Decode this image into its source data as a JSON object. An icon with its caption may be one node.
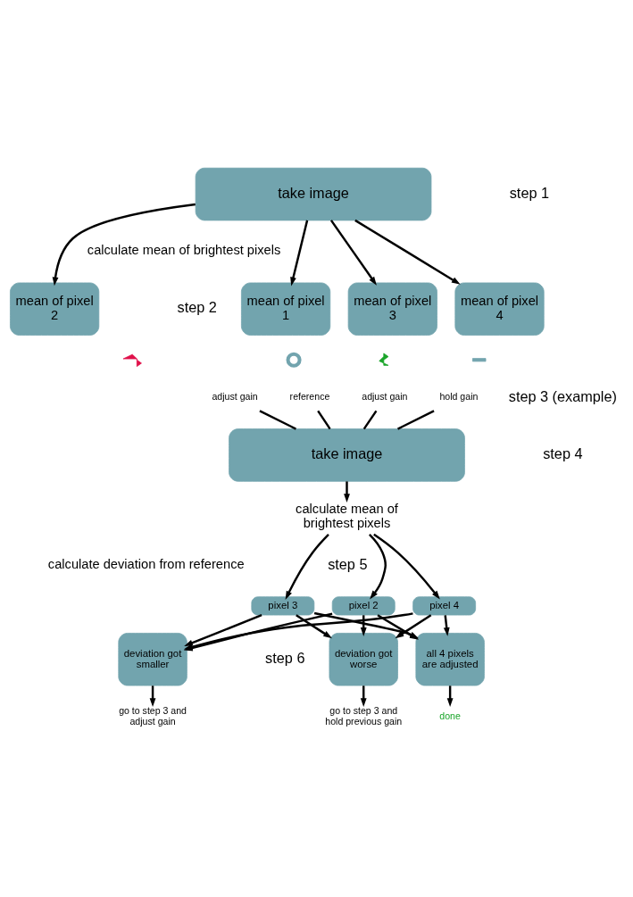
{
  "diagram": {
    "nodes": [
      {
        "text": [
          "take image"
        ]
      },
      {
        "text": [
          "mean of pixel 1"
        ]
      },
      {
        "text": [
          "mean of pixel 2"
        ]
      },
      {
        "text": [
          "mean of pixel 3"
        ]
      },
      {
        "text": [
          "mean of pixel 4"
        ]
      },
      {
        "text": [
          "reference"
        ]
      },
      {
        "text": [
          "adjust gain"
        ]
      },
      {
        "text": [
          "adjust gain"
        ]
      },
      {
        "text": [
          "hold gain"
        ]
      },
      {
        "text": [
          "take image"
        ]
      },
      {
        "text": [
          "calculate mean of brightest pixels"
        ]
      },
      {
        "text": [
          "pixel 2"
        ]
      },
      {
        "text": [
          "pixel 3"
        ]
      },
      {
        "text": [
          "pixel 4"
        ]
      },
      {
        "text": [
          "deviation got worse"
        ]
      },
      {
        "text": [
          "deviation got smaller"
        ]
      },
      {
        "text": [
          "all 4 pixels are adjusted"
        ]
      },
      {
        "text": [
          "go to step 3 and hold previous gain"
        ]
      },
      {
        "text": [
          "go to step 3 and adjust gain"
        ]
      },
      {
        "text": [
          "done"
        ]
      }
    ],
    "edges": [
      {
        "from": 0,
        "to": 1,
        "arrow": "to"
      },
      {
        "from": 0,
        "to": 2,
        "arrow": "to"
      },
      {
        "from": 0,
        "to": 3,
        "arrow": "to"
      },
      {
        "from": 0,
        "to": 4,
        "arrow": "to"
      },
      {
        "from": 5,
        "to": 9,
        "arrow": "none"
      },
      {
        "from": 6,
        "to": 9,
        "arrow": "none"
      },
      {
        "from": 7,
        "to": 9,
        "arrow": "none"
      },
      {
        "from": 8,
        "to": 9,
        "arrow": "none"
      },
      {
        "from": 9,
        "to": 10,
        "arrow": "to"
      },
      {
        "from": 10,
        "to": 11,
        "arrow": "to"
      },
      {
        "from": 10,
        "to": 12,
        "arrow": "to"
      },
      {
        "from": 10,
        "to": 13,
        "arrow": "to"
      },
      {
        "from": 11,
        "to": 14,
        "arrow": "to"
      },
      {
        "from": 11,
        "to": 15,
        "arrow": "to"
      },
      {
        "from": 11,
        "to": 16,
        "arrow": "to"
      },
      {
        "from": 12,
        "to": 14,
        "arrow": "to"
      },
      {
        "from": 12,
        "to": 15,
        "arrow": "to"
      },
      {
        "from": 12,
        "to": 16,
        "arrow": "to"
      },
      {
        "from": 13,
        "to": 14,
        "arrow": "to"
      },
      {
        "from": 13,
        "to": 15,
        "arrow": "to"
      },
      {
        "from": 13,
        "to": 16,
        "arrow": "to"
      },
      {
        "from": 14,
        "to": 17,
        "arrow": "to"
      },
      {
        "from": 15,
        "to": 18,
        "arrow": "to"
      },
      {
        "from": 16,
        "to": 19,
        "arrow": "to"
      }
    ],
    "labels": [
      "step 1",
      "calculate mean of brightest pixels",
      "step 2",
      "step 3 (example)",
      "step 4",
      "step 5",
      "calculate deviation from reference",
      "step 6"
    ]
  }
}
